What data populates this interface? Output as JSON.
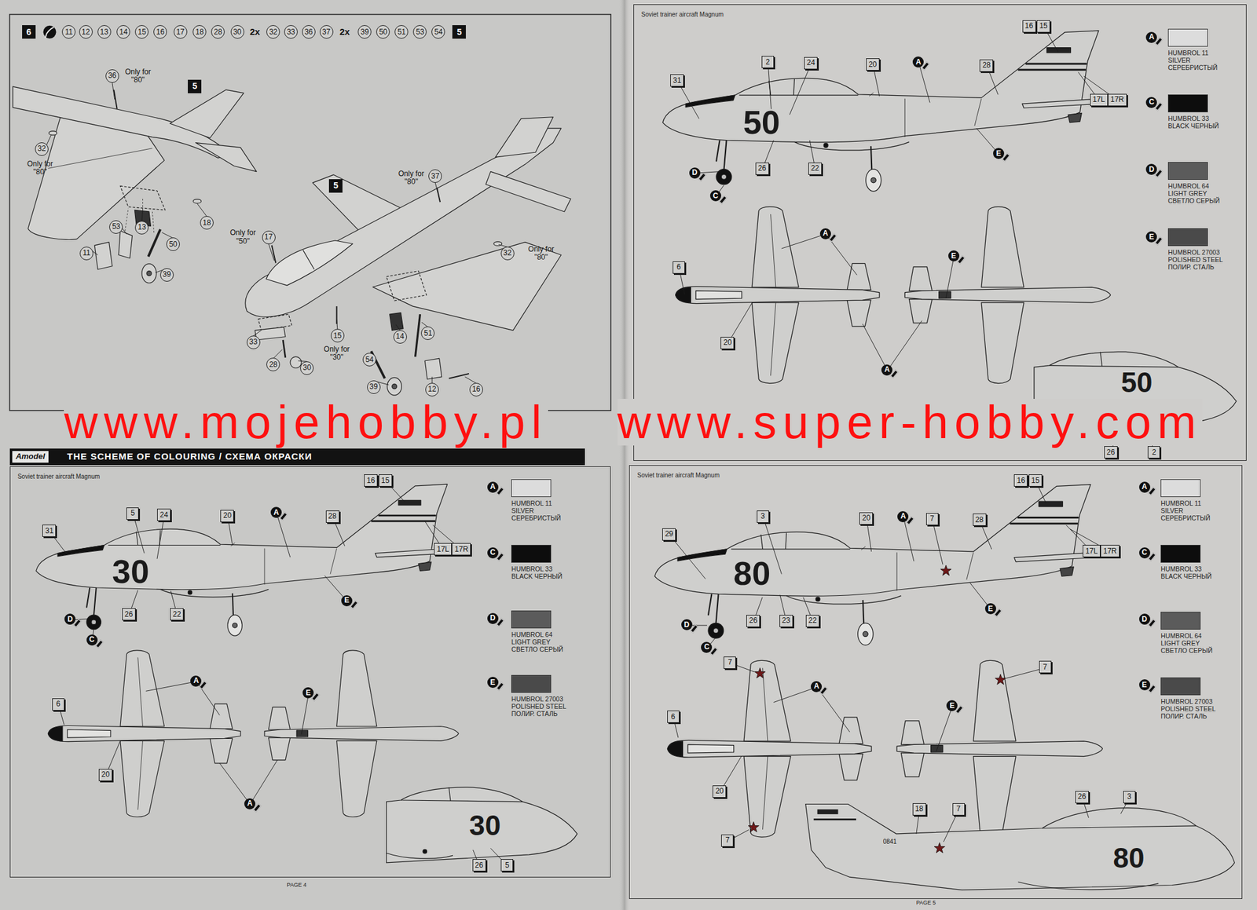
{
  "diagram": {
    "nodes": [
      {
        "text": [
          "6"
        ]
      },
      {
        "text": [
          "11"
        ]
      },
      {
        "text": [
          "12"
        ]
      },
      {
        "text": [
          "13"
        ]
      },
      {
        "text": [
          "14"
        ]
      },
      {
        "text": [
          "15"
        ]
      },
      {
        "text": [
          "16"
        ]
      },
      {
        "text": [
          "17"
        ]
      },
      {
        "text": [
          "18"
        ]
      },
      {
        "text": [
          "28"
        ]
      },
      {
        "text": [
          "30"
        ]
      },
      {
        "text": [
          "32"
        ]
      },
      {
        "text": [
          "33"
        ]
      },
      {
        "text": [
          "36"
        ]
      },
      {
        "text": [
          "37"
        ]
      },
      {
        "text": [
          "39"
        ]
      },
      {
        "text": [
          "50"
        ]
      },
      {
        "text": [
          "51"
        ]
      },
      {
        "text": [
          "53"
        ]
      },
      {
        "text": [
          "54"
        ]
      },
      {
        "text": [
          "5"
        ]
      },
      {
        "text": [
          "36"
        ]
      },
      {
        "text": [
          "5"
        ]
      },
      {
        "text": [
          "32"
        ]
      },
      {
        "text": [
          "18"
        ]
      },
      {
        "text": [
          "13"
        ]
      },
      {
        "text": [
          "53"
        ]
      },
      {
        "text": [
          "50"
        ]
      },
      {
        "text": [
          "11"
        ]
      },
      {
        "text": [
          "39"
        ]
      },
      {
        "text": [
          "37"
        ]
      },
      {
        "text": [
          "5"
        ]
      },
      {
        "text": [
          "17"
        ]
      },
      {
        "text": [
          "32"
        ]
      },
      {
        "text": [
          "33"
        ]
      },
      {
        "text": [
          "15"
        ]
      },
      {
        "text": [
          "28"
        ]
      },
      {
        "text": [
          "30"
        ]
      },
      {
        "text": [
          "14"
        ]
      },
      {
        "text": [
          "51"
        ]
      },
      {
        "text": [
          "54"
        ]
      },
      {
        "text": [
          "39"
        ]
      },
      {
        "text": [
          "12"
        ]
      },
      {
        "text": [
          "16"
        ]
      },
      {
        "text": [
          "Soviet trainer aircraft Magnum"
        ]
      },
      {
        "text": [
          "31"
        ],
        "in": 44
      },
      {
        "text": [
          "2"
        ],
        "in": 44
      },
      {
        "text": [
          "24"
        ],
        "in": 44
      },
      {
        "text": [
          "20"
        ],
        "in": 44
      },
      {
        "text": [
          "A"
        ],
        "in": 44
      },
      {
        "text": [
          "28"
        ],
        "in": 44
      },
      {
        "text": [
          "16"
        ],
        "in": 44
      },
      {
        "text": [
          "15"
        ],
        "in": 44
      },
      {
        "text": [
          "17L"
        ],
        "in": 44
      },
      {
        "text": [
          "17R"
        ],
        "in": 44
      },
      {
        "text": [
          "D"
        ],
        "in": 44
      },
      {
        "text": [
          "26"
        ],
        "in": 44
      },
      {
        "text": [
          "22"
        ],
        "in": 44
      },
      {
        "text": [
          "E"
        ],
        "in": 44
      },
      {
        "text": [
          "C"
        ],
        "in": 44
      },
      {
        "text": [
          "6"
        ],
        "in": 44
      },
      {
        "text": [
          "A"
        ],
        "in": 44
      },
      {
        "text": [
          "E"
        ],
        "in": 44
      },
      {
        "text": [
          "20"
        ],
        "in": 44
      },
      {
        "text": [
          "A"
        ],
        "in": 44
      },
      {
        "text": [
          "26"
        ],
        "in": 44
      },
      {
        "text": [
          "2"
        ],
        "in": 44
      },
      {
        "text": [
          "A"
        ],
        "in": 44
      },
      {
        "text": [
          "C"
        ],
        "in": 44
      },
      {
        "text": [
          "D"
        ],
        "in": 44
      },
      {
        "text": [
          "E"
        ],
        "in": 44
      },
      {
        "text": [
          "Amodel",
          "THE SCHEME OF COLOURING / СХЕМА ОКРАСКИ"
        ]
      },
      {
        "text": [
          "Soviet trainer aircraft Magnum"
        ]
      },
      {
        "text": [
          "16"
        ],
        "in": 72
      },
      {
        "text": [
          "15"
        ],
        "in": 72
      },
      {
        "text": [
          "31"
        ],
        "in": 72
      },
      {
        "text": [
          "5"
        ],
        "in": 72
      },
      {
        "text": [
          "24"
        ],
        "in": 72
      },
      {
        "text": [
          "20"
        ],
        "in": 72
      },
      {
        "text": [
          "A"
        ],
        "in": 72
      },
      {
        "text": [
          "28"
        ],
        "in": 72
      },
      {
        "text": [
          "17L"
        ],
        "in": 72
      },
      {
        "text": [
          "17R"
        ],
        "in": 72
      },
      {
        "text": [
          "E"
        ],
        "in": 72
      },
      {
        "text": [
          "26"
        ],
        "in": 72
      },
      {
        "text": [
          "22"
        ],
        "in": 72
      },
      {
        "text": [
          "D"
        ],
        "in": 72
      },
      {
        "text": [
          "C"
        ],
        "in": 72
      },
      {
        "text": [
          "6"
        ],
        "in": 72
      },
      {
        "text": [
          "A"
        ],
        "in": 72
      },
      {
        "text": [
          "E"
        ],
        "in": 72
      },
      {
        "text": [
          "20"
        ],
        "in": 72
      },
      {
        "text": [
          "A"
        ],
        "in": 72
      },
      {
        "text": [
          "26"
        ],
        "in": 72
      },
      {
        "text": [
          "5"
        ],
        "in": 72
      },
      {
        "text": [
          "A"
        ],
        "in": 72
      },
      {
        "text": [
          "C"
        ],
        "in": 72
      },
      {
        "text": [
          "D"
        ],
        "in": 72
      },
      {
        "text": [
          "E"
        ],
        "in": 72
      },
      {
        "text": [
          "Soviet trainer aircraft Magnum"
        ]
      },
      {
        "text": [
          "16"
        ],
        "in": 99
      },
      {
        "text": [
          "15"
        ],
        "in": 99
      },
      {
        "text": [
          "29"
        ],
        "in": 99
      },
      {
        "text": [
          "3"
        ],
        "in": 99
      },
      {
        "text": [
          "20"
        ],
        "in": 99
      },
      {
        "text": [
          "A"
        ],
        "in": 99
      },
      {
        "text": [
          "7"
        ],
        "in": 99
      },
      {
        "text": [
          "28"
        ],
        "in": 99
      },
      {
        "text": [
          "17L"
        ],
        "in": 99
      },
      {
        "text": [
          "17R"
        ],
        "in": 99
      },
      {
        "text": [
          "E"
        ],
        "in": 99
      },
      {
        "text": [
          "26"
        ],
        "in": 99
      },
      {
        "text": [
          "23"
        ],
        "in": 99
      },
      {
        "text": [
          "22"
        ],
        "in": 99
      },
      {
        "text": [
          "D"
        ],
        "in": 99
      },
      {
        "text": [
          "C"
        ],
        "in": 99
      },
      {
        "text": [
          "7"
        ],
        "in": 99
      },
      {
        "text": [
          "7"
        ],
        "in": 99
      },
      {
        "text": [
          "A"
        ],
        "in": 99
      },
      {
        "text": [
          "E"
        ],
        "in": 99
      },
      {
        "text": [
          "6"
        ],
        "in": 99
      },
      {
        "text": [
          "20"
        ],
        "in": 99
      },
      {
        "text": [
          "18"
        ],
        "in": 99
      },
      {
        "text": [
          "7"
        ],
        "in": 99
      },
      {
        "text": [
          "26"
        ],
        "in": 99
      },
      {
        "text": [
          "3"
        ],
        "in": 99
      },
      {
        "text": [
          "7"
        ],
        "in": 99
      },
      {
        "text": [
          "A"
        ],
        "in": 99
      },
      {
        "text": [
          "C"
        ],
        "in": 99
      },
      {
        "text": [
          "D"
        ],
        "in": 99
      },
      {
        "text": [
          "E"
        ],
        "in": 99
      }
    ],
    "labels": [
      "2x",
      "2x",
      "Only for \"80\"",
      "Only for \"80\"",
      "Only for \"80\"",
      "Only for \"50\"",
      "Only for \"80\"",
      "Only for \"30\"",
      "50",
      "50",
      "www.mojehobby.pl",
      "www.super-hobby.com",
      "30",
      "30",
      "PAGE 4",
      "80",
      "0841",
      "80",
      "PAGE 5"
    ],
    "legend": [
      {
        "text": "HUMBROL 11 SILVER СЕРЕБРИСТЫЙ",
        "color": "#dcdcdc"
      },
      {
        "text": "HUMBROL 33 BLACK ЧЕРНЫЙ",
        "color": "#0d0d0d"
      },
      {
        "text": "HUMBROL 64 LIGHT GREY СВЕТЛО СЕРЫЙ",
        "color": "#5b5b5b"
      },
      {
        "text": "HUMBROL 27003 POLISHED STEEL ПОЛИР. СТАЛЬ",
        "color": "#4a4a4a"
      },
      {
        "text": "HUMBROL 11 SILVER СЕРЕБРИСТЫЙ",
        "color": "#dcdcdc"
      },
      {
        "text": "HUMBROL 33 BLACK ЧЕРНЫЙ",
        "color": "#0d0d0d"
      },
      {
        "text": "HUMBROL 64 LIGHT GREY СВЕТЛО СЕРЫЙ",
        "color": "#5b5b5b"
      },
      {
        "text": "HUMBROL 27003 POLISHED STEEL ПОЛИР. СТАЛЬ",
        "color": "#4a4a4a"
      },
      {
        "text": "HUMBROL 11 SILVER СЕРЕБРИСТЫЙ",
        "color": "#dcdcdc"
      },
      {
        "text": "HUMBROL 33 BLACK ЧЕРНЫЙ",
        "color": "#0d0d0d"
      },
      {
        "text": "HUMBROL 64 LIGHT GREY СВЕТЛО СЕРЫЙ",
        "color": "#5b5b5b"
      },
      {
        "text": "HUMBROL 27003 POLISHED STEEL ПОЛИР. СТАЛЬ",
        "color": "#4a4a4a"
      }
    ]
  }
}
